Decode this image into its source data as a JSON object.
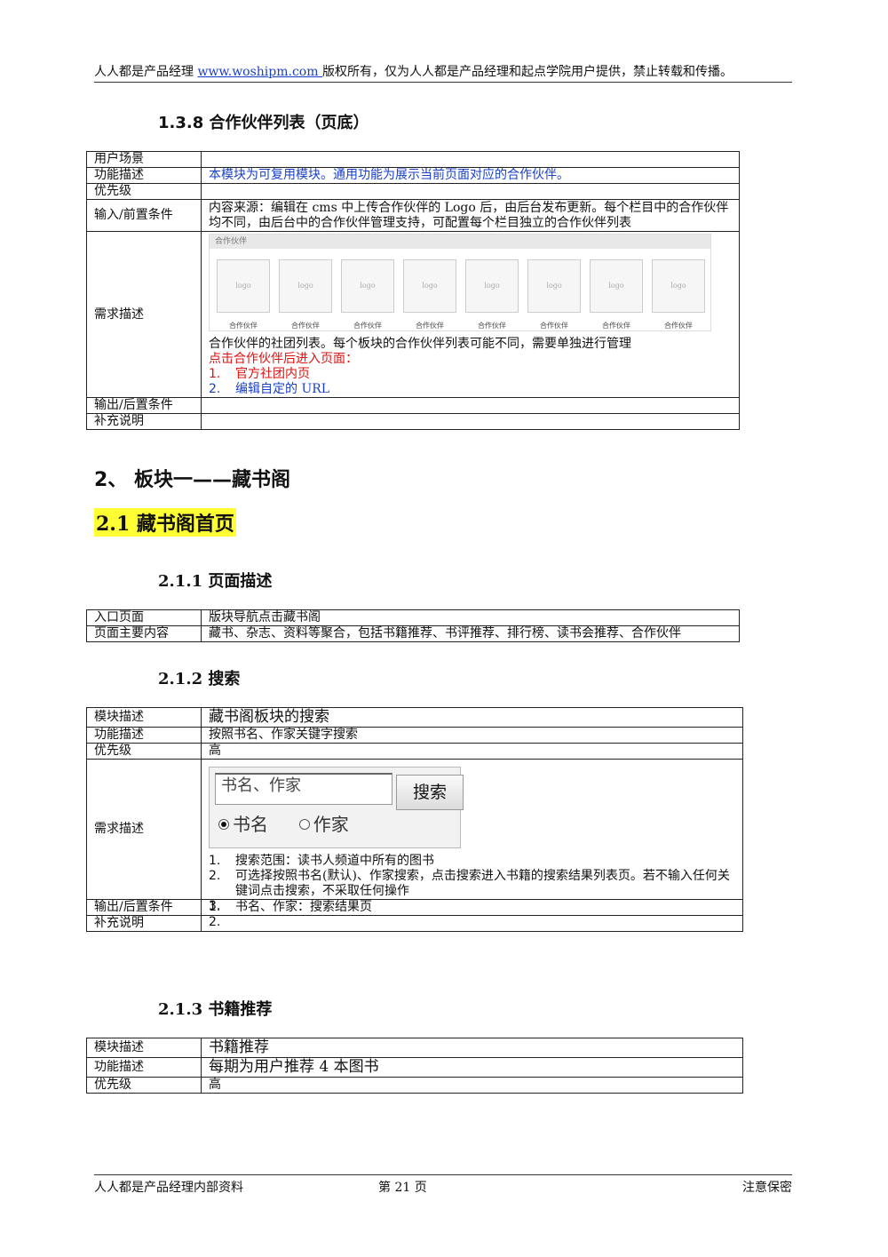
{
  "header": {
    "prefix": "人人都是产品经理 ",
    "url": "www.woshipm.com ",
    "suffix": "版权所有，仅为人人都是产品经理和起点学院用户提供，禁止转载和传播。"
  },
  "footer": {
    "left": "人人都是产品经理内部资料",
    "center": "第  21  页",
    "right": "注意保密"
  },
  "sec138": {
    "title": "1.3.8 合作伙伴列表（页底）",
    "rows": {
      "user_scene": "用户场景",
      "func": "功能描述",
      "func_val": "本模块为可复用模块。通用功能为展示当前页面对应的合作伙伴。",
      "priority": "优先级",
      "input": "输入/前置条件",
      "input_val": "内容来源：编辑在 cms 中上传合作伙伴的 Logo 后，由后台发布更新。每个栏目中的合作伙伴均不同，由后台中的合作伙伴管理支持，可配置每个栏目独立的合作伙伴列表",
      "req": "需求描述",
      "output": "输出/后置条件",
      "extra": "补充说明"
    },
    "partners_header": "合作伙伴",
    "partner_logo": "logo",
    "partner_caption": "合作伙伴",
    "req_text": "合作伙伴的社团列表。每个板块的合作伙伴列表可能不同，需要单独进行管理",
    "req_click": "点击合作伙伴后进入页面：",
    "req_items": [
      {
        "n": "1.",
        "t": "官方社团内页"
      },
      {
        "n": "2.",
        "t": "编辑自定的 URL"
      }
    ]
  },
  "sec2": {
    "title": "2、      板块一——藏书阁"
  },
  "sec21": {
    "title": "2.1 藏书阁首页"
  },
  "sec211": {
    "title": "2.1.1 页面描述",
    "entry": "入口页面",
    "entry_val": "版块导航点击藏书阁",
    "main": "页面主要内容",
    "main_val": "藏书、杂志、资料等聚合，包括书籍推荐、书评推荐、排行榜、读书会推荐、合作伙伴"
  },
  "sec212": {
    "title": "2.1.2 搜索",
    "module": "模块描述",
    "module_val": "藏书阁板块的搜索",
    "func": "功能描述",
    "func_val": "按照书名、作家关键字搜索",
    "priority": "优先级",
    "priority_val": "高",
    "req": "需求描述",
    "search_placeholder": "书名、作家",
    "search_button": "搜索",
    "opt_book": "书名",
    "opt_author": "作家",
    "req_items": [
      {
        "n": "1.",
        "t": "搜索范围：读书人频道中所有的图书"
      },
      {
        "n": "2.",
        "t": "可选择按照书名(默认)、作家搜索，点击搜索进入书籍的搜索结果列表页。若不输入任何关键词点击搜索，不采取任何操作"
      },
      {
        "n": "3.",
        "t": ""
      }
    ],
    "output": "输出/后置条件",
    "output_items": [
      {
        "n": "1.",
        "t": "书名、作家：搜索结果页"
      },
      {
        "n": "2.",
        "t": ""
      }
    ],
    "extra": "补充说明"
  },
  "sec213": {
    "title": "2.1.3 书籍推荐",
    "module": "模块描述",
    "module_val": "书籍推荐",
    "func": "功能描述",
    "func_val": "每期为用户推荐 4 本图书",
    "priority": "优先级",
    "priority_val": "高"
  }
}
